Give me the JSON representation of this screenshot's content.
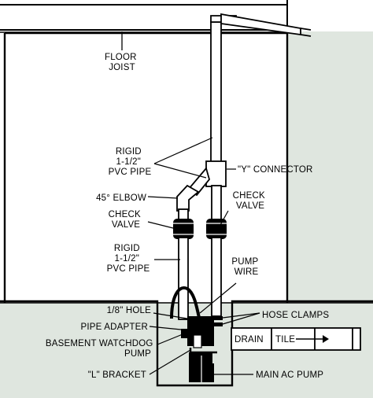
{
  "colors": {
    "background": "#ffffff",
    "soil": "#dfe6df",
    "line": "#000000",
    "pipe_fill": "#ffffff"
  },
  "labels": {
    "floor_joist": [
      "FLOOR",
      "JOIST"
    ],
    "rigid_pipe_upper": [
      "RIGID",
      "1-1/2\"",
      "PVC PIPE"
    ],
    "y_connector": "\"Y\" CONNECTOR",
    "elbow_45": "45° ELBOW",
    "check_valve_right": [
      "CHECK",
      "VALVE"
    ],
    "check_valve_left": [
      "CHECK",
      "VALVE"
    ],
    "rigid_pipe_lower": [
      "RIGID",
      "1-1/2\"",
      "PVC PIPE"
    ],
    "pump_wire": [
      "PUMP",
      "WIRE"
    ],
    "hole": "1/8\" HOLE",
    "pipe_adapter": "PIPE ADAPTER",
    "hose_clamps": "HOSE CLAMPS",
    "backup_pump": [
      "BASEMENT WATCHDOG",
      "PUMP"
    ],
    "drain_tile": [
      "DRAIN",
      "TILE"
    ],
    "l_bracket": "\"L\" BRACKET",
    "main_pump": "MAIN AC PUMP"
  },
  "icons": {
    "check_valve": "check-valve-icon",
    "pump": "pump-icon",
    "drain_pipe": "drain-tile-icon"
  }
}
